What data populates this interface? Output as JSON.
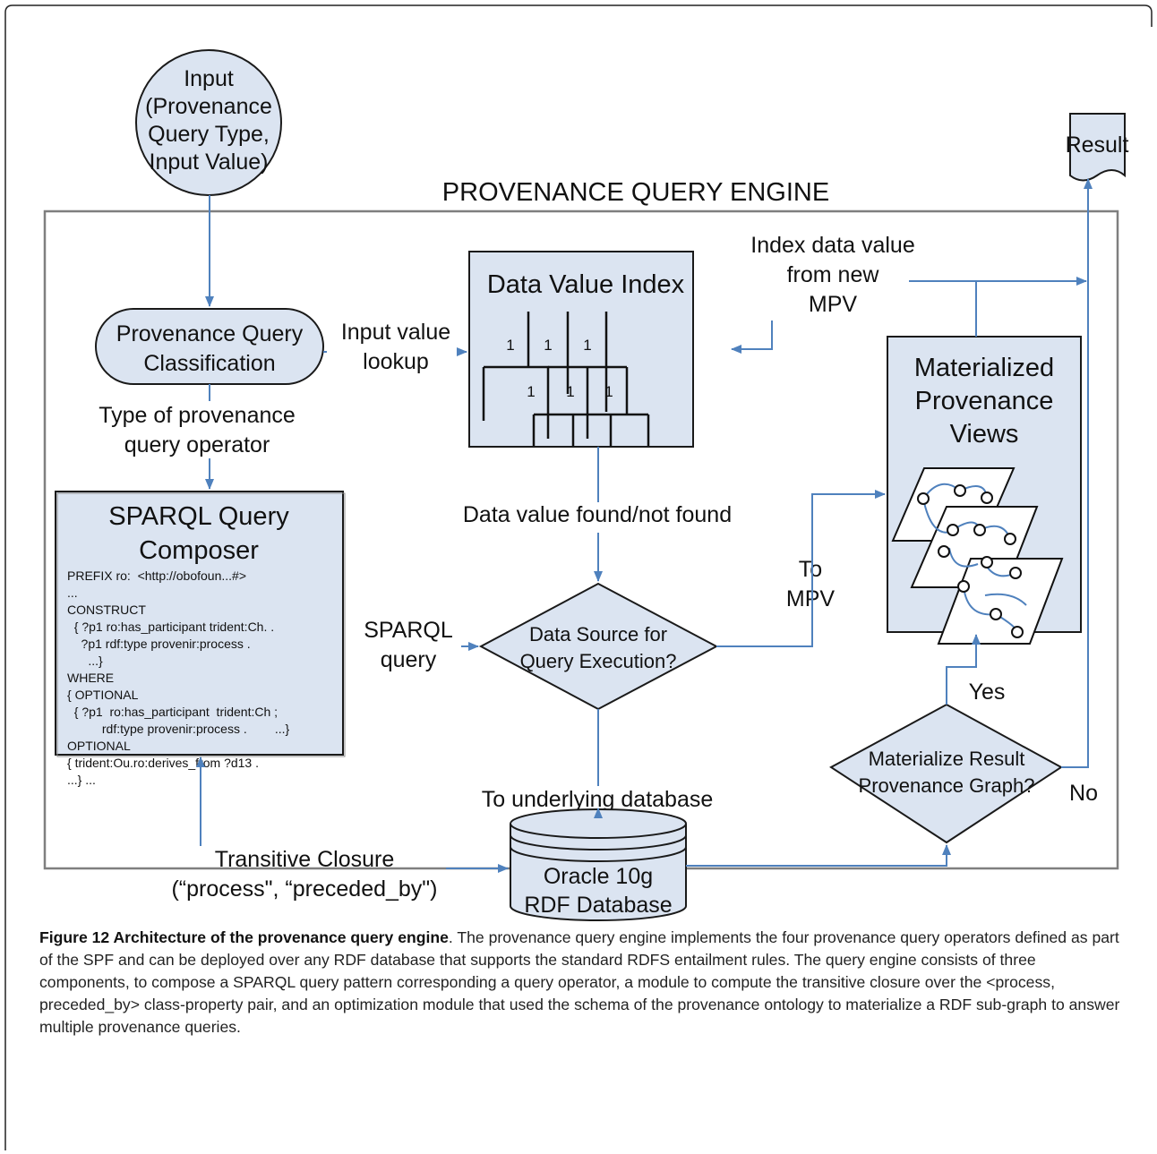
{
  "diagram": {
    "input_node": [
      "Input",
      "(Provenance",
      "Query Type,",
      "Input Value)"
    ],
    "result_node": "Result",
    "engine_title": "PROVENANCE QUERY ENGINE",
    "classification_node": [
      "Provenance Query",
      "Classification"
    ],
    "input_value_lookup": [
      "Input value",
      "lookup"
    ],
    "type_of_operator": [
      "Type of provenance",
      "query operator"
    ],
    "data_value_index": {
      "title": "Data Value Index",
      "tick_labels": [
        "1",
        "1",
        "1",
        "1",
        "1",
        "1"
      ]
    },
    "index_new_mpv": [
      "Index data value",
      "from new",
      "MPV"
    ],
    "mpv_node": [
      "Materialized",
      "Provenance",
      "Views"
    ],
    "sparql_composer": {
      "title": [
        "SPARQL Query",
        "Composer"
      ],
      "code_lines": [
        "PREFIX ro:  <http://obofoun...#>",
        "...",
        "CONSTRUCT",
        "  { ?p1 ro:has_participant trident:Ch. .",
        "    ?p1 rdf:type provenir:process .",
        "      ...}",
        "WHERE",
        "{ OPTIONAL",
        "  { ?p1  ro:has_participant  trident:Ch ;",
        "          rdf:type provenir:process .        ...}",
        "OPTIONAL",
        "{ trident:Ou.ro:derives_from ?d13 .",
        "    ...} ..."
      ]
    },
    "data_value_found": "Data value found/not found",
    "sparql_query": [
      "SPARQL",
      "query"
    ],
    "data_source_decision": [
      "Data Source for",
      "Query Execution?"
    ],
    "to_mpv": [
      "To",
      "MPV"
    ],
    "yes_label": "Yes",
    "materialize_decision": [
      "Materialize Result",
      "Provenance Graph?"
    ],
    "no_label": "No",
    "to_underlying_db": "To underlying database",
    "transitive_closure": [
      "Transitive Closure",
      "(“process\", “preceded_by\")"
    ],
    "oracle_db": [
      "Oracle 10g",
      "RDF Database"
    ]
  },
  "caption": {
    "bold": "Figure 12 Architecture of the provenance query engine",
    "text": ". The provenance query engine implements the four provenance query operators defined as part of the SPF and can be deployed over any RDF database that supports the standard RDFS entailment rules. The query engine consists of three components, to compose a SPARQL query pattern corresponding a query operator, a module to compute the transitive closure over the <process, preceded_by> class-property pair, and an optimization module that used the schema of the provenance ontology to materialize a RDF sub-graph to answer multiple provenance queries."
  },
  "colors": {
    "arrow": "#4f81bd",
    "box_fill": "#dbe4f1",
    "outline": "#1a1a1a",
    "frame": "#7f7f7f"
  }
}
